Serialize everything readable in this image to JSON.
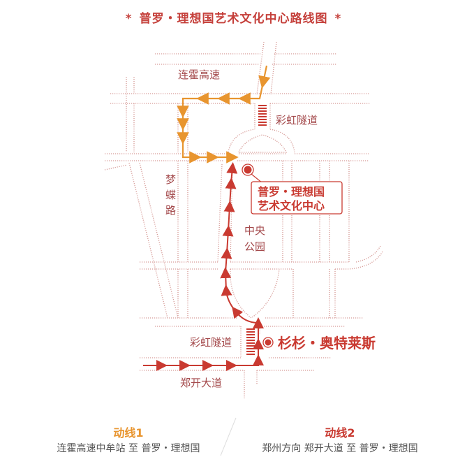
{
  "title": "普罗・理想国艺术文化中心路线图",
  "title_decoration": "*",
  "map": {
    "road_labels": {
      "lianhuo": "连霍高速",
      "caihong_north": "彩虹隧道",
      "mengdie": [
        "梦",
        "蝶",
        "路"
      ],
      "central_park": [
        "中央",
        "公园"
      ],
      "caihong_south": "彩虹隧道",
      "zhengkai": "郑开大道"
    },
    "destination": {
      "line1": "普罗・理想国",
      "line2": "艺术文化中心"
    },
    "outlet": "杉杉・奥特莱斯"
  },
  "legend": [
    {
      "label": "动线1",
      "desc": "连霍高速中牟站 至 普罗・理想国",
      "color": "#e8952f"
    },
    {
      "label": "动线2",
      "desc": "郑州方向 郑开大道 至 普罗・理想国",
      "color": "#c93a31"
    }
  ],
  "colors": {
    "road": "#d69a96",
    "route1": "#e8952f",
    "route2": "#c93a31",
    "label": "#a44a4c"
  }
}
